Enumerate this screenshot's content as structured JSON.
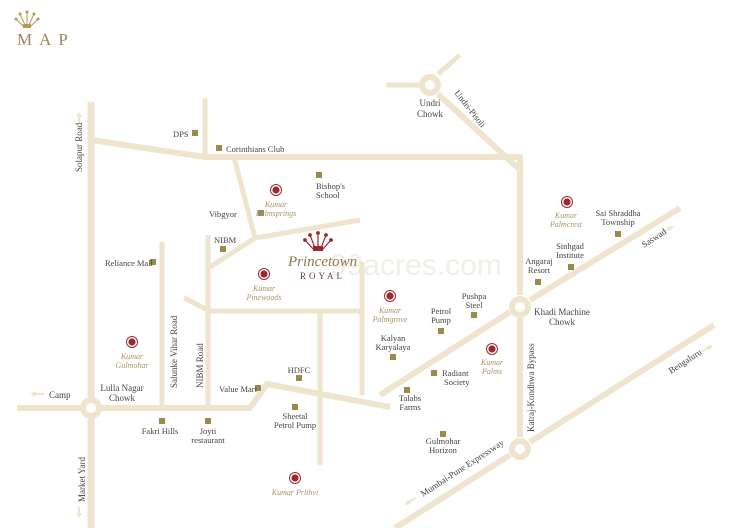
{
  "header": {
    "title": "MAP",
    "crown_icon": "crown-icon"
  },
  "colors": {
    "road": "#efe5cf",
    "landmark_marker": "#9a8a4e",
    "project_marker": "#9b2a30",
    "project_label": "#a8956a",
    "text": "#444444",
    "title": "#9a8a5c",
    "brand_crown": "#9b2a30"
  },
  "brand": {
    "name": "Princetown",
    "sub": "ROYAL",
    "icon": "crown-icon"
  },
  "watermark": "99acres.com",
  "junctions": {
    "undri": [
      "Undri",
      "Chowk"
    ],
    "khadi": [
      "Khadi Machine",
      "Chowk"
    ],
    "lulla": [
      "Lulla Nagar",
      "Chowk"
    ]
  },
  "roads": {
    "solapur": "Solapur Road",
    "undri_pisoli": "Undri-Pisoli",
    "saswad": "Saswad",
    "katraj": "Katraj-Kondhwa Bypass",
    "bengaluru": "Bengaluru",
    "mumbai_pune": "Mumbai-Pune Expressway",
    "camp": "Camp",
    "market_yard": "Market Yard",
    "salunke": "Salunke Vihar Road",
    "nibm_road": "NIBM Road"
  },
  "landmarks": {
    "dps": "DPS",
    "corinthians": "Corinthians Club",
    "bishops": [
      "Bishop's",
      "School"
    ],
    "vibgyor": "Vibgyor",
    "nibm": "NIBM",
    "reliance": "Reliance Mall",
    "sai": [
      "Sai Shraddha",
      "Township"
    ],
    "sinhgad": [
      "Sinhgad",
      "Institute"
    ],
    "angaraj": [
      "Angaraj",
      "Resort"
    ],
    "pushpa": [
      "Pushpa",
      "Steel"
    ],
    "petrol": [
      "Petrol",
      "Pump"
    ],
    "kalyan": [
      "Kalyan",
      "Karyalaya"
    ],
    "radiant": [
      "Radiant",
      "Society"
    ],
    "talabs": [
      "Talabs",
      "Farms"
    ],
    "gulmohar": [
      "Gulmohar",
      "Horizon"
    ],
    "hdfc": "HDFC",
    "value_mart": "Value Mart",
    "sheetal": [
      "Sheetal",
      "Petrol Pump"
    ],
    "fakri": "Fakri Hills",
    "joyti": [
      "Joyti",
      "restaurant"
    ]
  },
  "projects": {
    "palmsprings": [
      "Kumar",
      "Palmsprings"
    ],
    "pinewoods": [
      "Kumar",
      "Pinewoods"
    ],
    "palmcrest": [
      "Kumar",
      "Palmcrest"
    ],
    "palmgrove": [
      "Kumar",
      "Palmgrove"
    ],
    "palms": [
      "Kumar",
      "Palms"
    ],
    "gulmohar": [
      "Kumar",
      "Gulmohar"
    ],
    "prithvi": "Kumar Prithvi"
  }
}
